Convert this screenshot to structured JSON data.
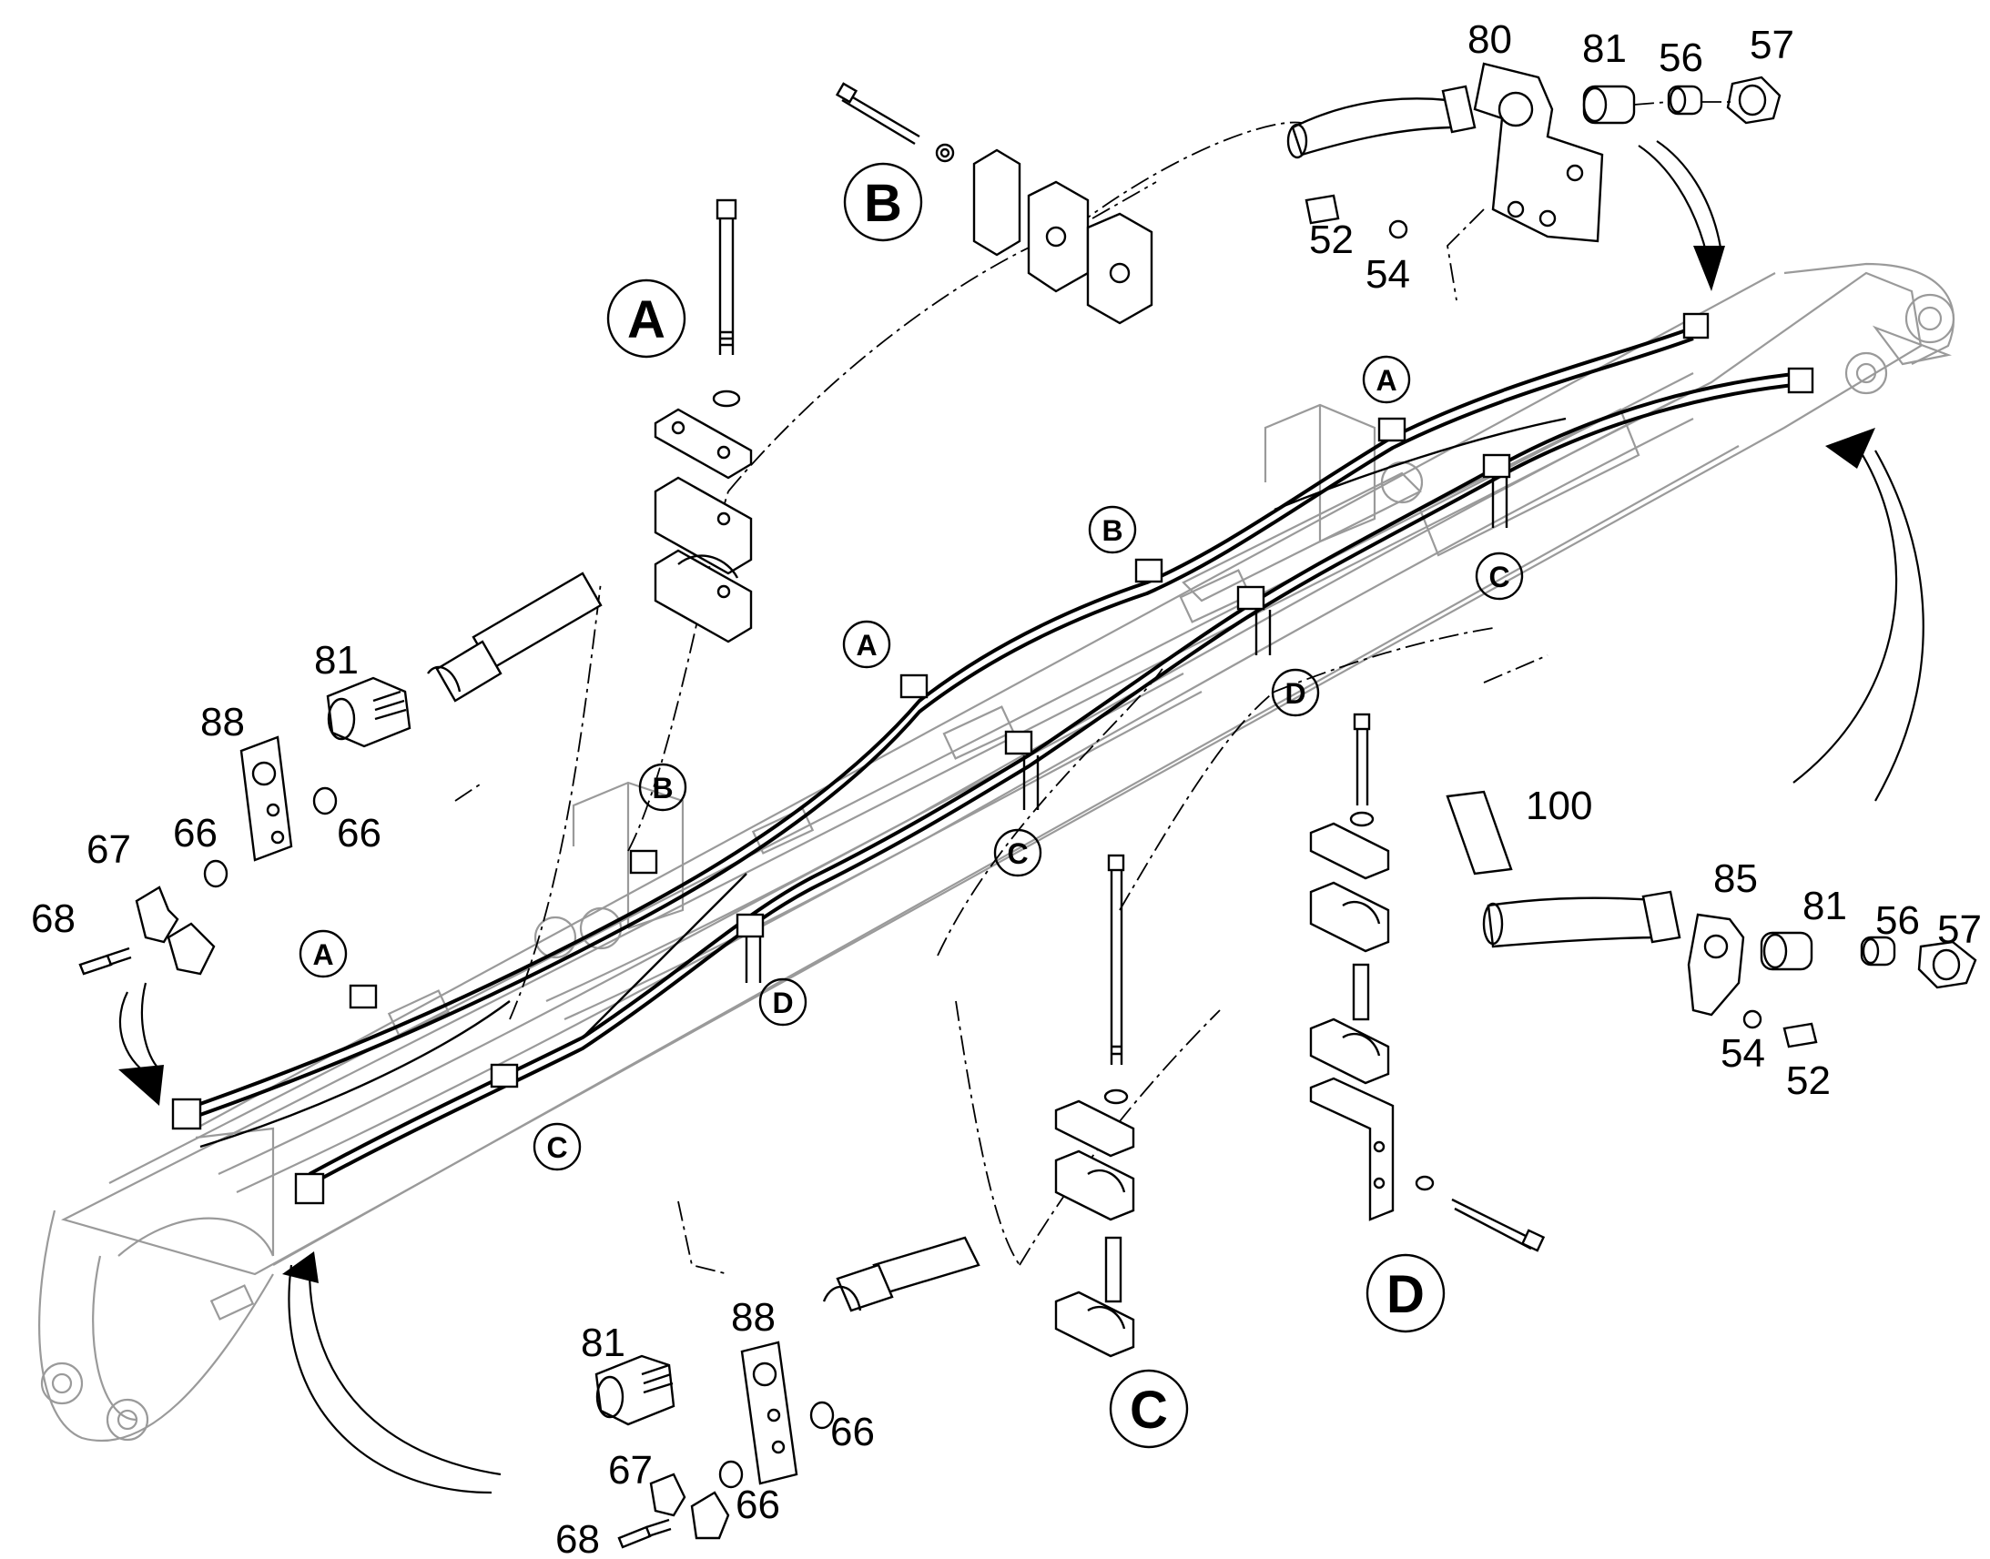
{
  "part_numbers": {
    "p80": "80",
    "p81_top": "81",
    "p56_top": "56",
    "p57_top": "57",
    "p52_top": "52",
    "p54_top": "54",
    "p81_left": "81",
    "p88_left": "88",
    "p66_left_a": "66",
    "p66_left_b": "66",
    "p67_left": "67",
    "p68_left": "68",
    "p100": "100",
    "p85": "85",
    "p81_right": "81",
    "p56_right": "56",
    "p57_right": "57",
    "p54_right": "54",
    "p52_right": "52",
    "p81_bottom": "81",
    "p88_bottom": "88",
    "p66_bottom_a": "66",
    "p66_bottom_b": "66",
    "p67_bottom": "67",
    "p68_bottom": "68"
  },
  "detail_callouts": {
    "detail_a": "A",
    "detail_b": "B",
    "detail_c": "C",
    "detail_d": "D"
  },
  "location_callouts": {
    "loc_a1": "A",
    "loc_a2": "A",
    "loc_a3": "A",
    "loc_b1": "B",
    "loc_b2": "B",
    "loc_c1": "C",
    "loc_c2": "C",
    "loc_c3": "C",
    "loc_d1": "D",
    "loc_d2": "D"
  }
}
